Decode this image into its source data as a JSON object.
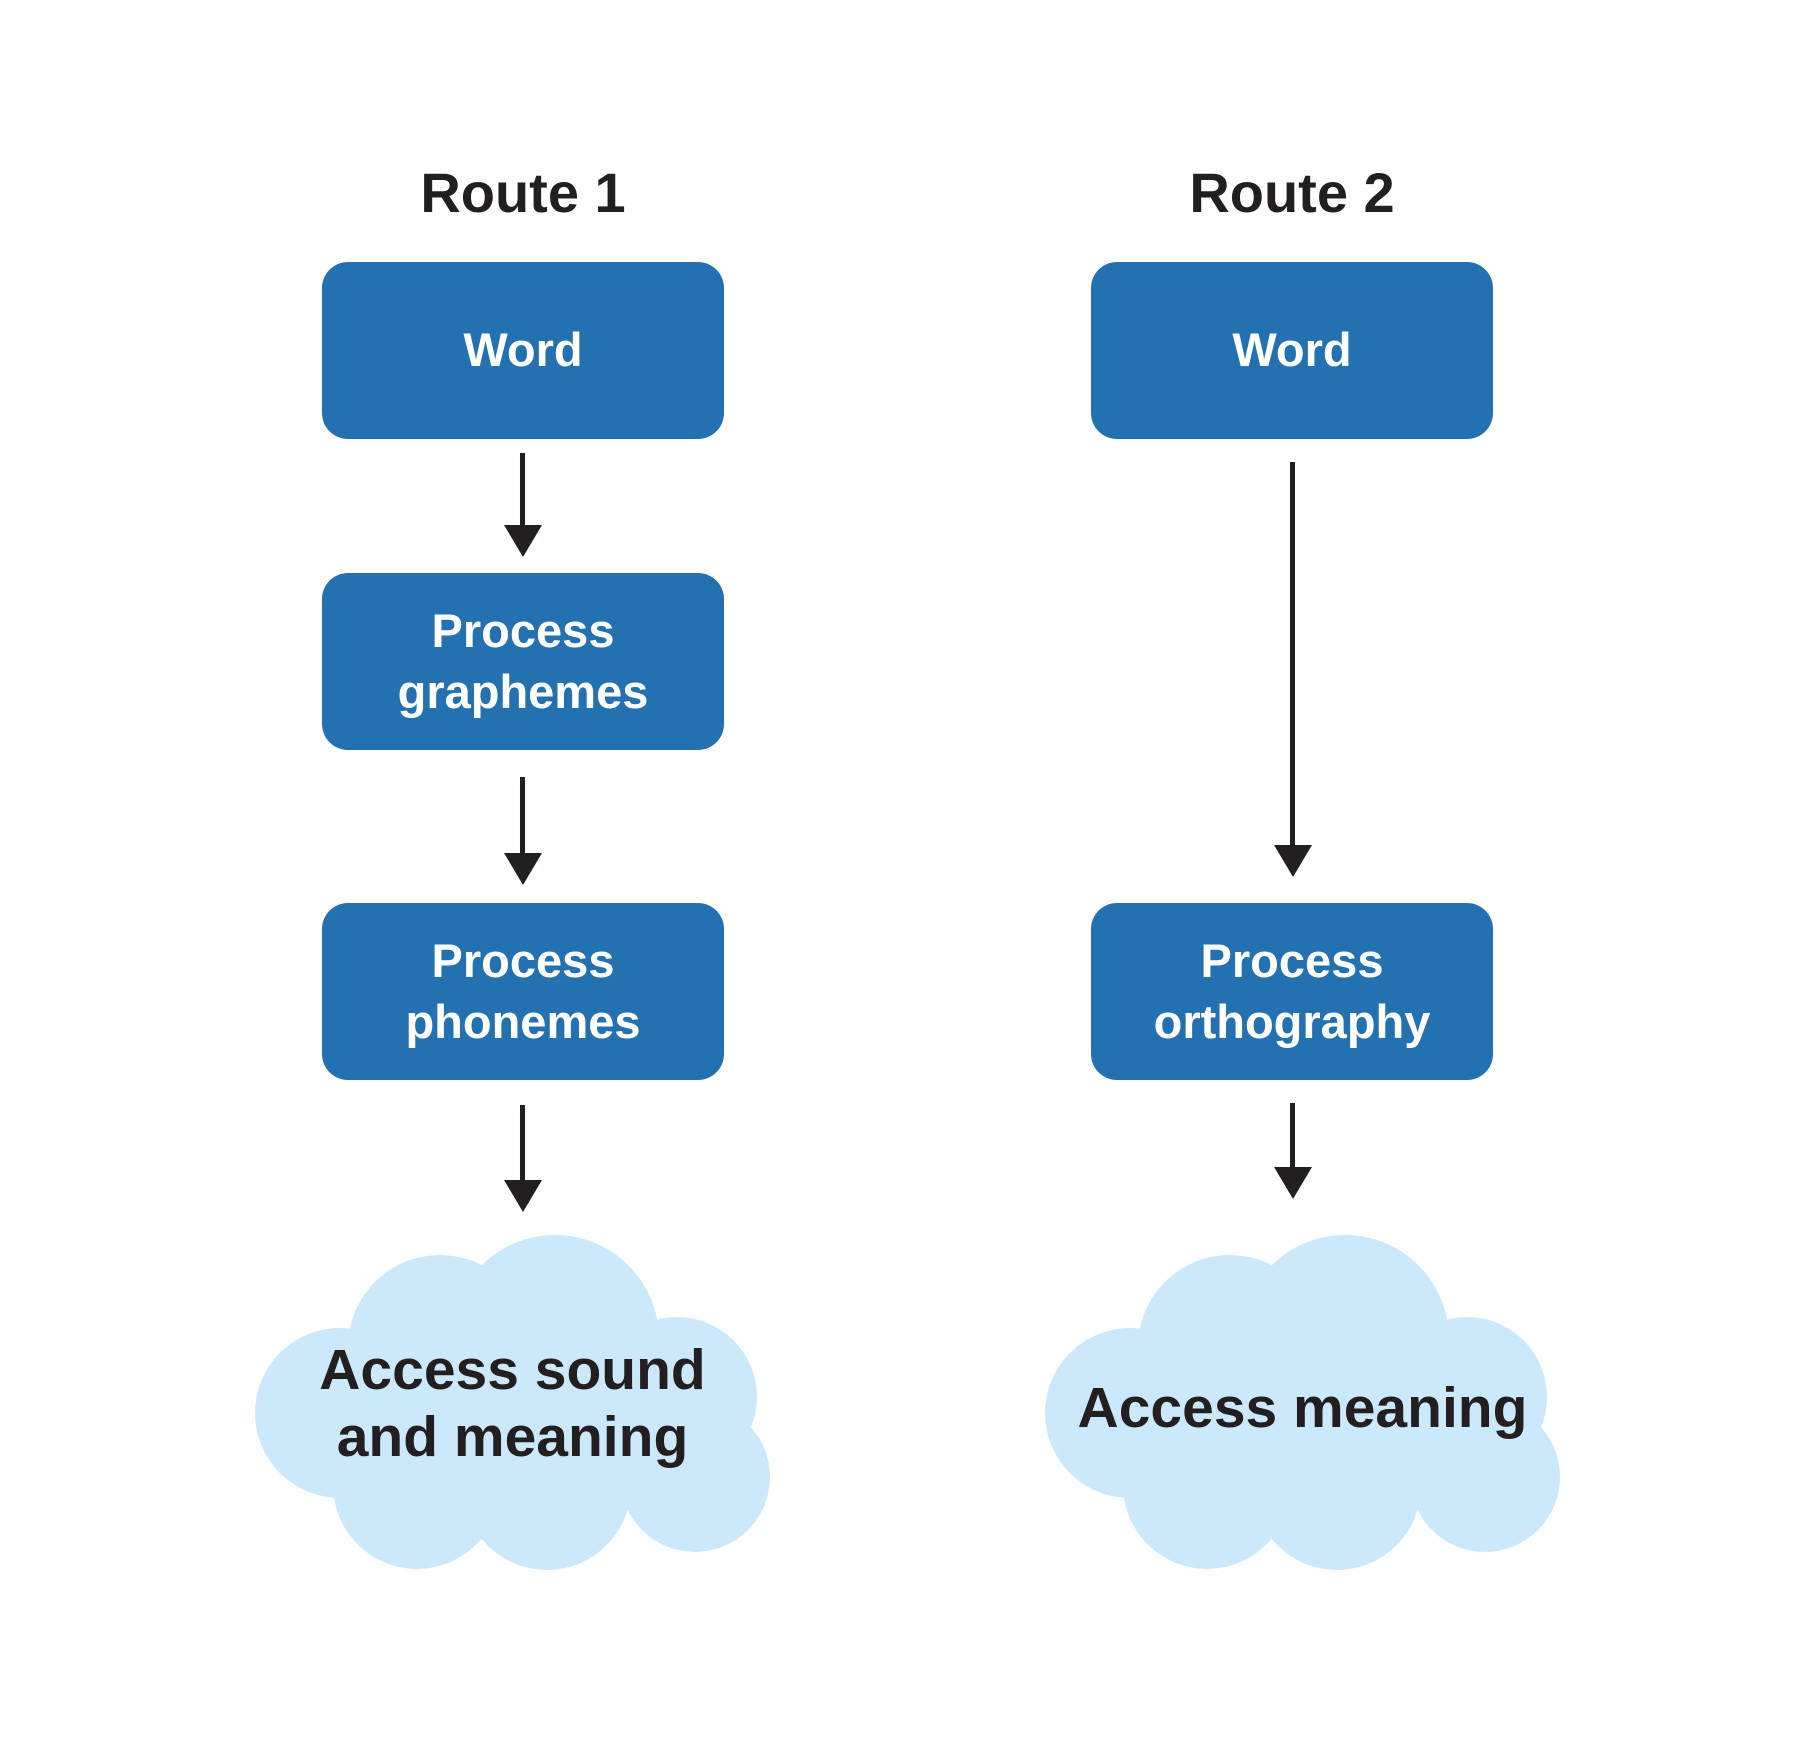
{
  "diagram": {
    "type": "flowchart",
    "description_colors": {
      "background": "#ffffff",
      "box_fill": "#2371b0",
      "box_text": "#ffffff",
      "cloud_fill": "#cce9fb",
      "dark_text": "#231f20",
      "arrow": "#231f20"
    },
    "routes": [
      {
        "title": "Route 1",
        "boxes": [
          {
            "label": "Word"
          },
          {
            "label": "Process graphemes"
          },
          {
            "label": "Process phonemes"
          }
        ],
        "cloud": {
          "label": "Access sound and meaning",
          "lines": [
            "Access sound",
            "and meaning"
          ]
        }
      },
      {
        "title": "Route 2",
        "boxes": [
          {
            "label": "Word"
          },
          {
            "label": "Process orthography"
          }
        ],
        "cloud": {
          "label": "Access meaning",
          "lines": [
            "Access meaning"
          ]
        }
      }
    ]
  }
}
